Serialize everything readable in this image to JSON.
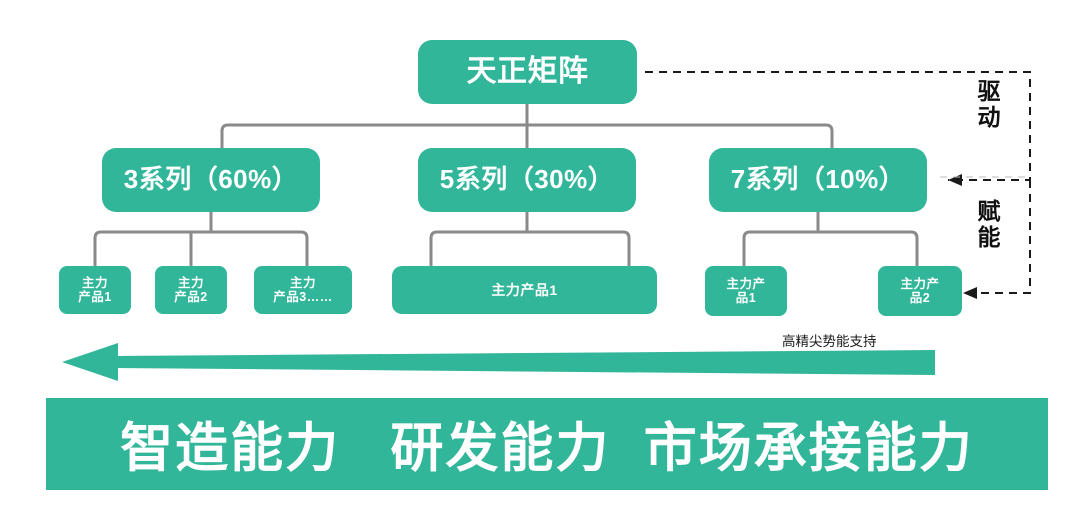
{
  "diagram": {
    "title_node": {
      "label": "天正矩阵"
    },
    "tier2": [
      {
        "label": "3系列（60%）"
      },
      {
        "label": "5系列（30%）"
      },
      {
        "label": "7系列（10%）"
      }
    ],
    "tier3_left": [
      {
        "label": "主力\n产品1"
      },
      {
        "label": "主力\n产品2"
      },
      {
        "label": "主力\n产品3……"
      }
    ],
    "tier3_middle": [
      {
        "label": "主力产品1"
      }
    ],
    "tier3_right": [
      {
        "label": "主力产\n品1"
      },
      {
        "label": "主力产\n品2"
      }
    ],
    "side_labels": [
      {
        "label": "驱动",
        "name": "drive"
      },
      {
        "label": "赋能",
        "name": "empower"
      }
    ],
    "arrow_note": "高精尖势能支持",
    "bottom_bar": {
      "text": "智造能力   研发能力  市场承接能力"
    },
    "colors": {
      "brand_green": "#32b69a",
      "connector_gray": "#8a8a8a",
      "dashed_black": "#1a1a1a",
      "text_white": "#ffffff"
    }
  }
}
